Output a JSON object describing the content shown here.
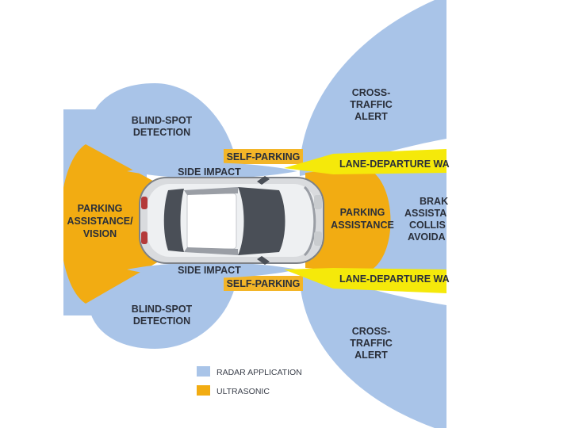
{
  "colors": {
    "radar": "#a9c4e8",
    "ultrasonic": "#f2ac12",
    "lane": "#f5e90a",
    "self_parking": "#f3b528",
    "label": "#2a2f3a"
  },
  "zones": {
    "blind_spot_top": [
      "BLIND-SPOT",
      "DETECTION"
    ],
    "blind_spot_bottom": [
      "BLIND-SPOT",
      "DETECTION"
    ],
    "cross_traffic_top": [
      "CROSS-",
      "TRAFFIC",
      "ALERT"
    ],
    "cross_traffic_bottom": [
      "CROSS-",
      "TRAFFIC",
      "ALERT"
    ],
    "self_parking_top": "SELF-PARKING",
    "self_parking_bottom": "SELF-PARKING",
    "side_impact_top": "SIDE IMPACT",
    "side_impact_bottom": "SIDE IMPACT",
    "lane_departure_top": "LANE-DEPARTURE WA",
    "lane_departure_bottom": "LANE-DEPARTURE WA",
    "parking_rear": [
      "PARKING",
      "ASSISTANCE/",
      "VISION"
    ],
    "parking_front": [
      "PARKING",
      "ASSISTANCE"
    ],
    "brake": [
      "BRAK",
      "ASSISTA",
      "COLLIS",
      "AVOIDA"
    ]
  },
  "legend": [
    {
      "label": "RADAR APPLICATION",
      "color": "#a9c4e8"
    },
    {
      "label": "ULTRASONIC",
      "color": "#f2ac12"
    }
  ]
}
